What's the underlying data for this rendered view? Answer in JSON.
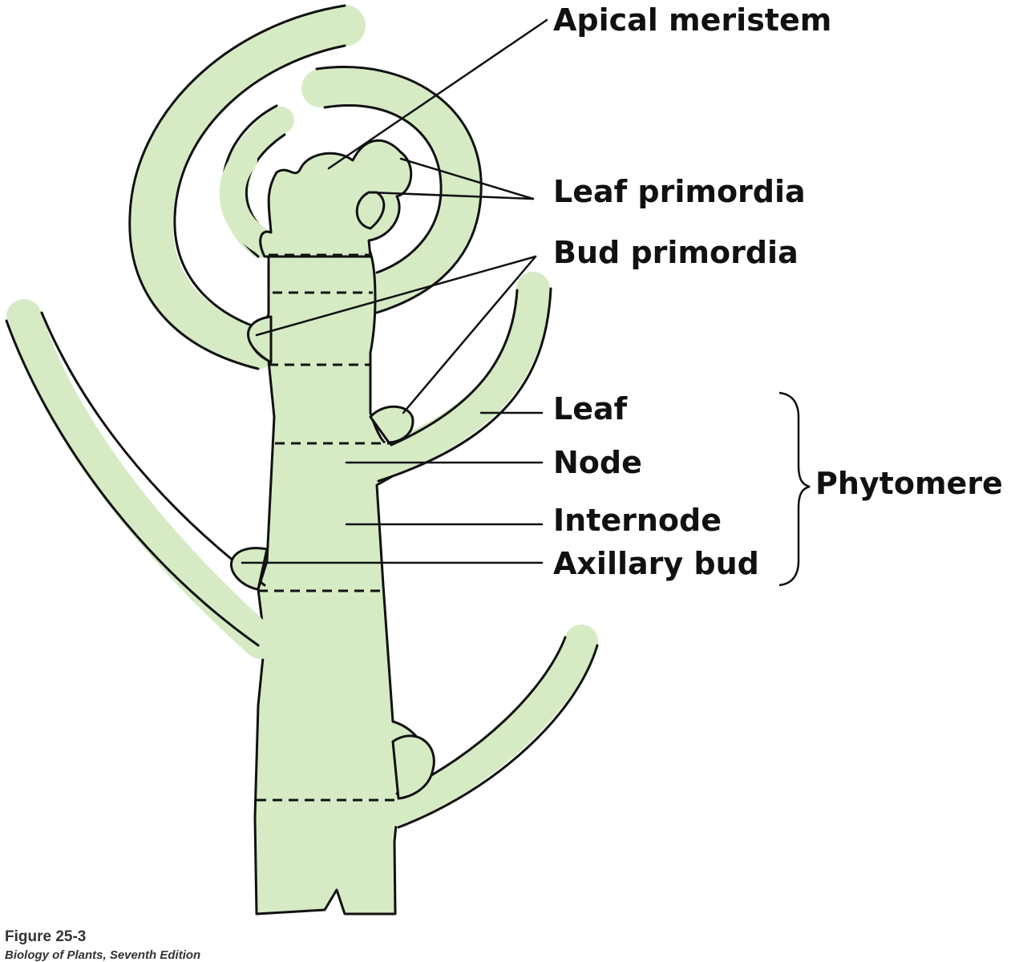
{
  "colors": {
    "tissue": "#d6ebc4",
    "outline": "#111111",
    "background": "#ffffff"
  },
  "labels": {
    "apical_meristem": "Apical meristem",
    "leaf_primordia": "Leaf primordia",
    "bud_primordia": "Bud primordia",
    "leaf": "Leaf",
    "node": "Node",
    "internode": "Internode",
    "axillary_bud": "Axillary bud",
    "phytomere": "Phytomere"
  },
  "caption": {
    "figure": "Figure 25-3",
    "book": "Biology of Plants, Seventh Edition"
  }
}
